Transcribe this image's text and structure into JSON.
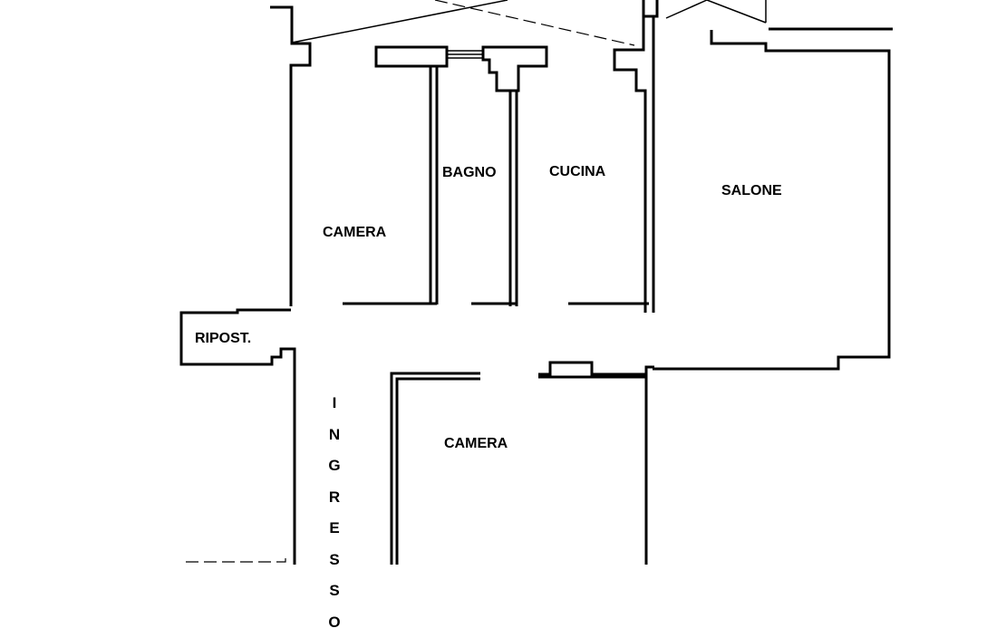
{
  "rooms": {
    "camera_top": "CAMERA",
    "bagno": "BAGNO",
    "cucina": "CUCINA",
    "salone": "SALONE",
    "ripostiglio": "RIPOST.",
    "ingresso": "INGRESSO",
    "camera_bottom": "CAMERA"
  },
  "colors": {
    "wall": "#000000",
    "background": "#ffffff"
  }
}
